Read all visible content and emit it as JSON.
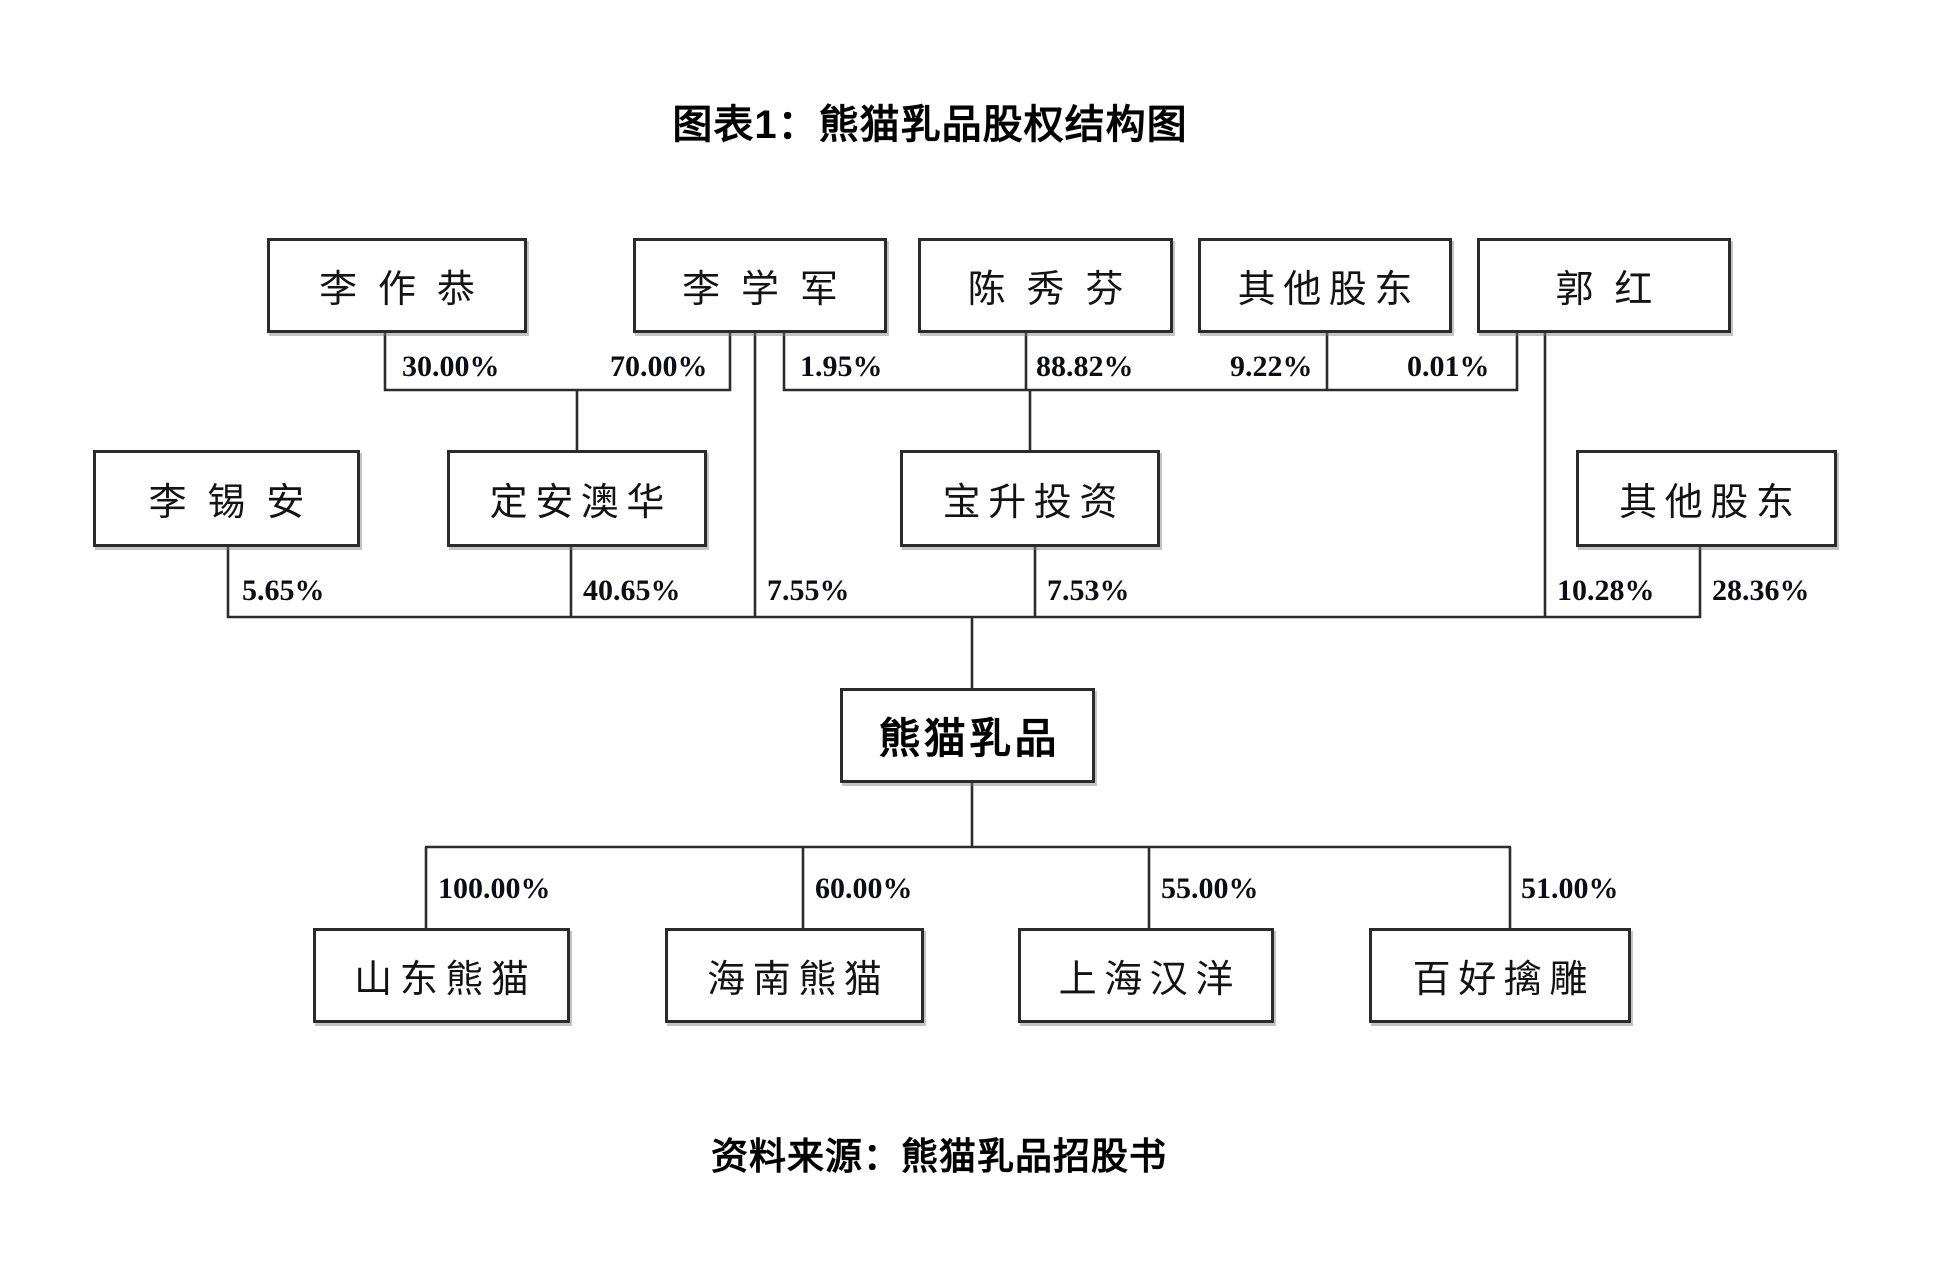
{
  "title": "图表1：熊猫乳品股权结构图",
  "source_note": "资料来源：熊猫乳品招股书",
  "nodes": {
    "li_zuogong": "李作恭",
    "li_xuejun": "李学军",
    "chen_xiufen": "陈秀芬",
    "other_shareholders_top": "其他股东",
    "guo_hong": "郭红",
    "li_xian": "李锡安",
    "dingan_aohua": "定安澳华",
    "baosheng_investment": "宝升投资",
    "other_shareholders_mid": "其他股东",
    "panda_dairy": "熊猫乳品",
    "shandong_panda": "山东熊猫",
    "hainan_panda": "海南熊猫",
    "shanghai_hanyang": "上海汉洋",
    "baihao_qindiao": "百好擒雕"
  },
  "percentages": {
    "pct_30_00": "30.00%",
    "pct_70_00": "70.00%",
    "pct_1_95": "1.95%",
    "pct_88_82": "88.82%",
    "pct_9_22": "9.22%",
    "pct_0_01": "0.01%",
    "pct_5_65": "5.65%",
    "pct_40_65": "40.65%",
    "pct_7_55": "7.55%",
    "pct_7_53": "7.53%",
    "pct_10_28": "10.28%",
    "pct_28_36": "28.36%",
    "pct_100_00": "100.00%",
    "pct_60_00": "60.00%",
    "pct_55_00": "55.00%",
    "pct_51_00": "51.00%"
  },
  "ownership_edges": [
    {
      "from": "李作恭",
      "to": "定安澳华",
      "pct": "30.00%"
    },
    {
      "from": "李学军",
      "to": "定安澳华",
      "pct": "70.00%"
    },
    {
      "from": "李学军",
      "to": "宝升投资",
      "pct": "1.95%"
    },
    {
      "from": "陈秀芬",
      "to": "宝升投资",
      "pct": "88.82%"
    },
    {
      "from": "其他股东",
      "to": "宝升投资",
      "pct": "9.22%"
    },
    {
      "from": "郭红",
      "to": "宝升投资",
      "pct": "0.01%"
    },
    {
      "from": "李锡安",
      "to": "熊猫乳品",
      "pct": "5.65%"
    },
    {
      "from": "定安澳华",
      "to": "熊猫乳品",
      "pct": "40.65%"
    },
    {
      "from": "李学军",
      "to": "熊猫乳品",
      "pct": "7.55%"
    },
    {
      "from": "宝升投资",
      "to": "熊猫乳品",
      "pct": "7.53%"
    },
    {
      "from": "郭红",
      "to": "熊猫乳品",
      "pct": "10.28%"
    },
    {
      "from": "其他股东",
      "to": "熊猫乳品",
      "pct": "28.36%"
    },
    {
      "from": "熊猫乳品",
      "to": "山东熊猫",
      "pct": "100.00%"
    },
    {
      "from": "熊猫乳品",
      "to": "海南熊猫",
      "pct": "60.00%"
    },
    {
      "from": "熊猫乳品",
      "to": "上海汉洋",
      "pct": "55.00%"
    },
    {
      "from": "熊猫乳品",
      "to": "百好擒雕",
      "pct": "51.00%"
    }
  ]
}
